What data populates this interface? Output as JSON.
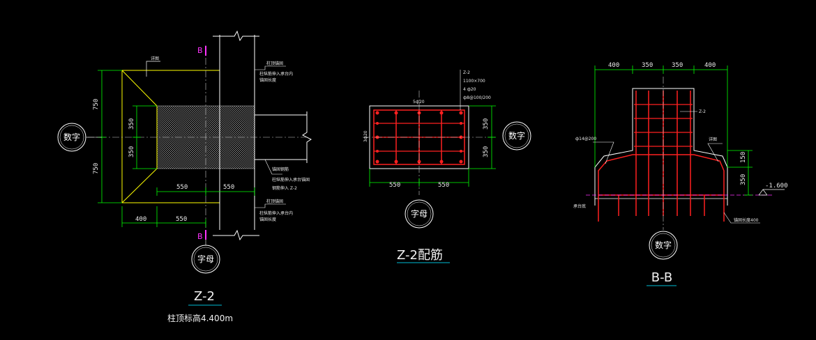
{
  "colors": {
    "background": "#000000",
    "dimension": "#00ff00",
    "outline": "#ffffff",
    "column_edge": "#ffff00",
    "rebar": "#ff2020",
    "section_mark": "#ff33ff",
    "title_underline": "#00bcd4",
    "ground_line": "#ff33ff"
  },
  "plan": {
    "bubble_left": "数字",
    "bubble_bottom": "字母",
    "section_mark_top": "B",
    "section_mark_bottom": "B",
    "dim_left_top": "750",
    "dim_left_bottom": "750",
    "dim_inner_top": "350",
    "dim_inner_bottom": "350",
    "dim_bottom_1": "550",
    "dim_bottom_2": "550",
    "dim_bottom_3": "400",
    "dim_bottom_4": "550",
    "note_top": "详图",
    "note_right_1a": "柱顶锚固",
    "note_right_1b": "柱纵筋伸入承台内",
    "note_right_1c": "锚固长度",
    "note_right_2a": "锚固钢筋",
    "note_right_2b": "柱纵筋伸入承台锚固",
    "note_right_2c": "钢筋伸入 Z-2",
    "note_right_3a": "柱顶锚固",
    "note_right_3b": "柱纵筋伸入承台内",
    "note_right_3c": "锚固长度",
    "title": "Z-2",
    "subtitle": "柱顶标高4.400m"
  },
  "rebar_section": {
    "label_line1": "Z-2",
    "label_line2": "1100×700",
    "label_line3": "4 ф20",
    "label_line4": "ф8@100/200",
    "top_bars": "5ф20",
    "side_bars": "3ф20",
    "dim_right_top": "350",
    "dim_right_bottom": "350",
    "dim_bottom_1": "550",
    "dim_bottom_2": "550",
    "bubble_right": "数字",
    "bubble_bottom": "字母",
    "title": "Z-2配筋"
  },
  "section_bb": {
    "dim_top_1": "400",
    "dim_top_2": "350",
    "dim_top_3": "350",
    "dim_top_4": "400",
    "dim_right_1": "150",
    "dim_right_2": "350",
    "elevation": "-1.600",
    "label_col": "Z-2",
    "note_left": "ф14@200",
    "note_right": "详图",
    "note_bottom_left": "承台底",
    "note_bottom_right": "锚固长度400",
    "bubble_bottom": "数字",
    "title": "B-B"
  }
}
